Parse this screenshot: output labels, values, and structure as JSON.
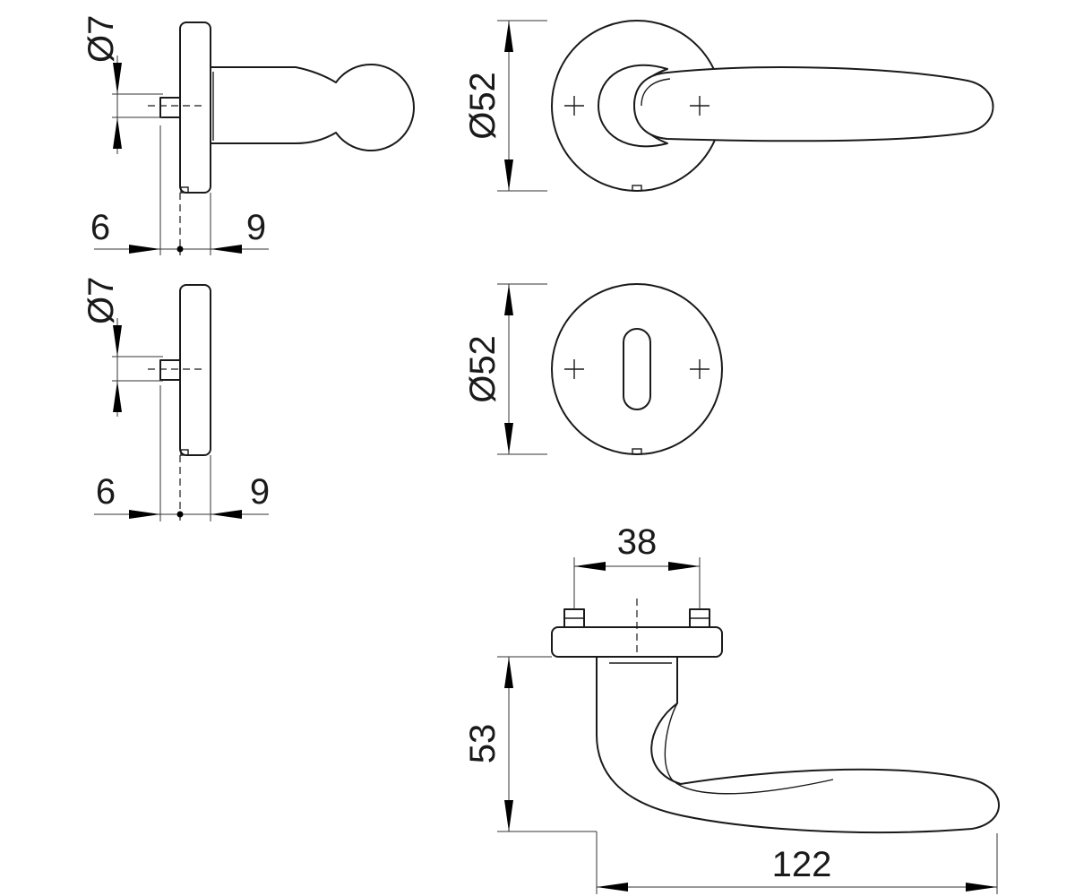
{
  "dimensions": {
    "rose_view_1": {
      "pin_diameter": "Ø7",
      "offset_left": "6",
      "offset_right": "9"
    },
    "rose_view_2": {
      "pin_diameter": "Ø7",
      "offset_left": "6",
      "offset_right": "9"
    },
    "rose_front": {
      "diameter": "Ø52"
    },
    "escutcheon_front": {
      "diameter": "Ø52"
    },
    "lever_top": {
      "screw_spacing": "38",
      "projection": "53",
      "length": "122"
    }
  }
}
